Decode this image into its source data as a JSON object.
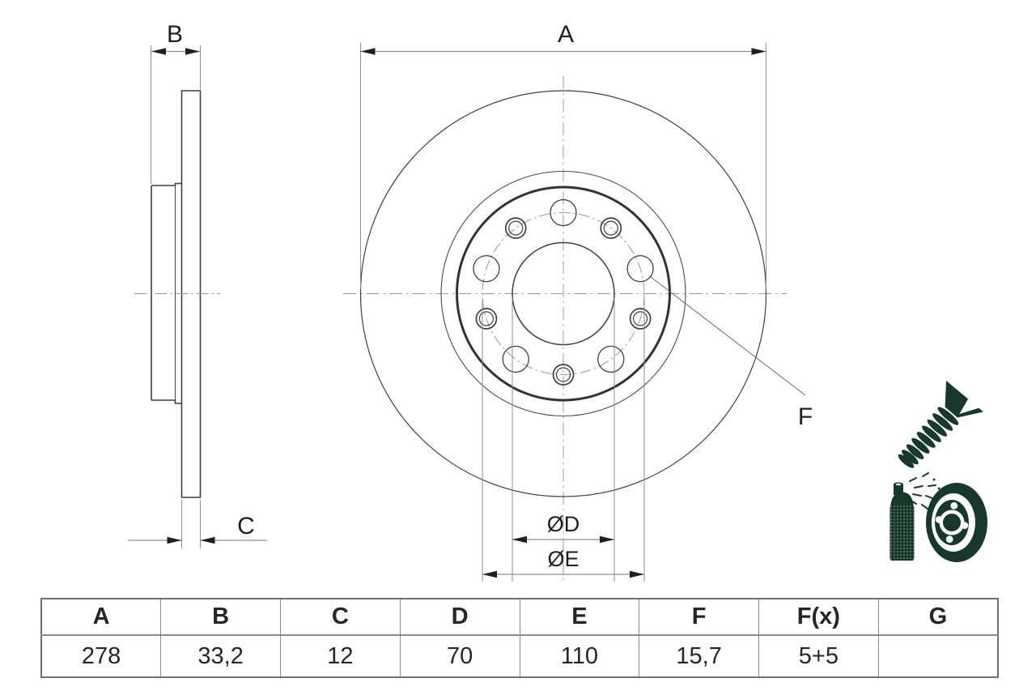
{
  "drawing": {
    "labels": {
      "a": "A",
      "b": "B",
      "c": "C",
      "f": "F",
      "dd": "ØD",
      "de": "ØE"
    },
    "colors": {
      "object_line": "#3f3f3f",
      "thick_circle": "#333333",
      "dim_line": "#8f8f8f",
      "centerline": "#9a9a9a",
      "arrowhead": "#1f1f1f",
      "leader_line": "#6a6a6a",
      "icon": "#17382a",
      "label_text": "#1f1f1f"
    }
  },
  "table": {
    "headers": [
      "A",
      "B",
      "C",
      "D",
      "E",
      "F",
      "F(x)",
      "G"
    ],
    "values": [
      "278",
      "33,2",
      "12",
      "70",
      "110",
      "15,7",
      "5+5",
      ""
    ]
  }
}
